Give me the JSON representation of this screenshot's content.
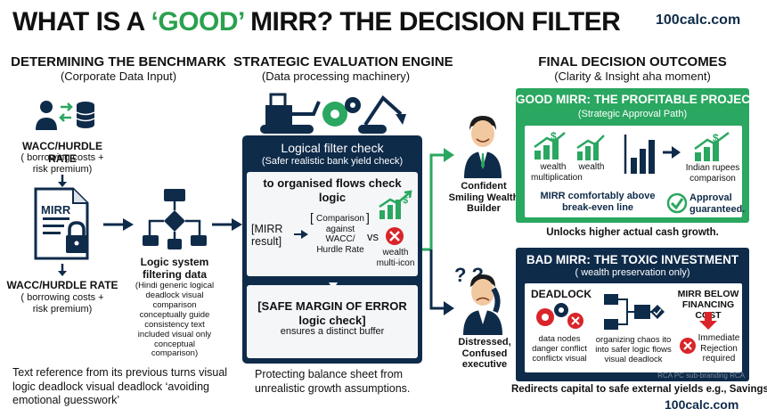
{
  "header": {
    "title_part1": "WHAT IS A ",
    "title_highlight": "‘GOOD’",
    "title_part2": " MIRR? THE DECISION FILTER",
    "brand_top": "100calc.com",
    "brand_bottom": "100calc.com"
  },
  "benchmark": {
    "heading": "DETERMINING THE BENCHMARK",
    "subheading": "(Corporate Data Input)",
    "wacc_top_title": "WACC/HURDLE RATE",
    "wacc_top_desc": "( borrowing costs + risk premium)",
    "doc_label": "MIRR",
    "wacc_bottom_title": "WACC/HURDLE RATE",
    "wacc_bottom_desc": "( borrowing costs + risk premium)",
    "logic_title": "Logic system filtering data",
    "logic_desc": "(Hindi generic logical deadlock visual comparison conceptually guide consistency text included visual only conceptual comparison)",
    "footer_note": "Text reference from its previous turns visual logic deadlock visual deadlock ‘avoiding emotional guesswork’"
  },
  "engine": {
    "heading": "STRATEGIC EVALUATION ENGINE",
    "subheading": "(Data processing machinery)",
    "panel_title": "Logical filter check",
    "panel_subtitle": "(Safer realistic bank yield check)",
    "card_title": "to organised flows check logic",
    "mirr_result": "MIRR result",
    "comparison": "Comparison against WACC/ Hurdle Rate",
    "vs": "vs",
    "wealth_icon": "wealth multi-icon",
    "margin_title": "[SAFE MARGIN OF ERROR logic check]",
    "margin_desc": "ensures a distinct buffer",
    "footer_note": "Protecting balance sheet from unrealistic growth assumptions."
  },
  "people": {
    "confident": "Confident Smiling Wealth Builder",
    "distressed": "Distressed, Confused executive"
  },
  "outcomes": {
    "heading": "FINAL DECISION OUTCOMES",
    "subheading": "(Clarity & Insight aha moment)",
    "good": {
      "title": "GOOD MIRR: THE PROFITABLE PROJECT",
      "subtitle": "(Strategic Approval Path)",
      "item1": "wealth multiplication",
      "item2": "wealth",
      "item3": "Indian rupees comparison",
      "statement": "MIRR comfortably above break-even line",
      "approval": "Approval guaranteed.",
      "footer": "Unlocks higher actual cash growth."
    },
    "bad": {
      "title": "BAD MIRR: THE TOXIC INVESTMENT",
      "subtitle": "( wealth preservation only)",
      "deadlock": "DEADLOCK",
      "nodes": "data nodes danger conflict conflictx visual",
      "organizing": "organizing chaos ito into safer logic flows visual deadlock",
      "below": "MIRR BELOW FINANCING COST",
      "rejection": "Immediate Rejection required",
      "watermark": "RCA PC sub-branding RCA",
      "footer": "Redirects capital to safe external yields e.g., Savings."
    }
  },
  "colors": {
    "navy": "#0f2b4a",
    "green": "#2aa760",
    "red": "#d9252a",
    "highlight": "#2aa14f"
  }
}
